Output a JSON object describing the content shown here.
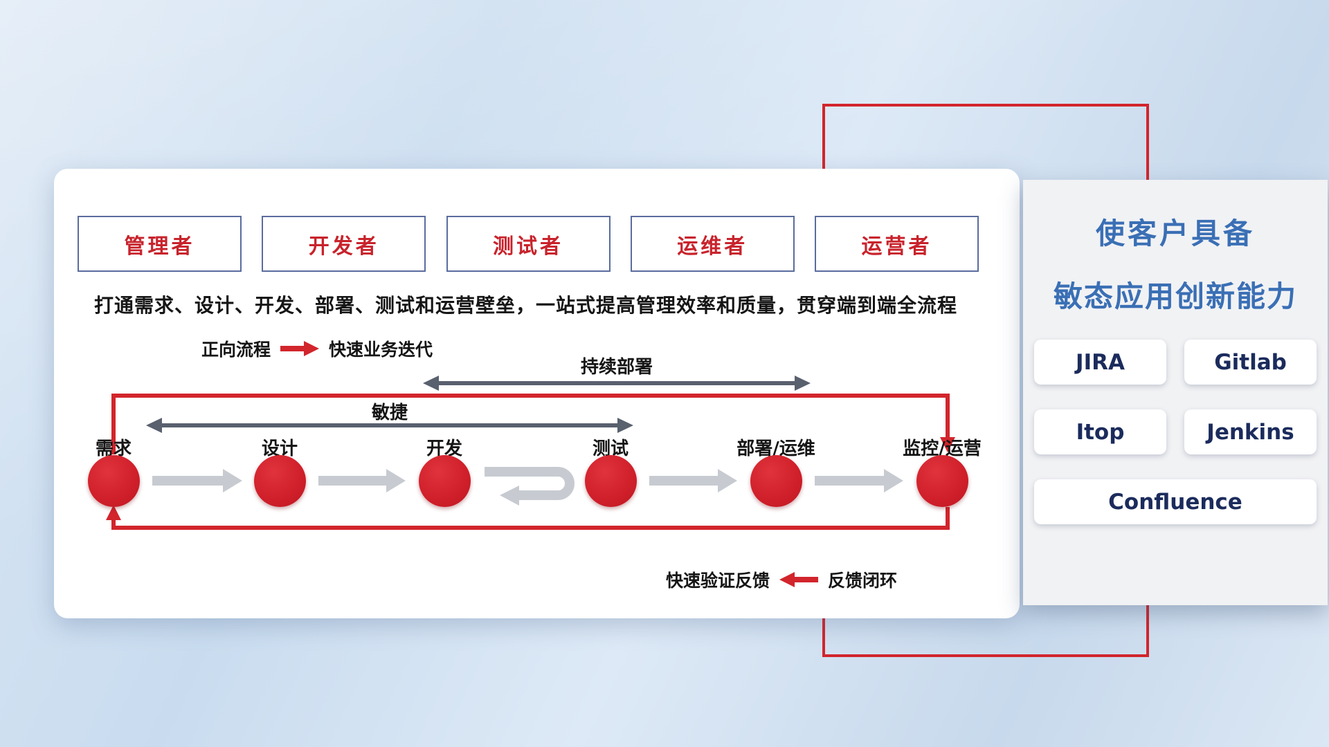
{
  "roles": {
    "items": [
      {
        "label": "管理者"
      },
      {
        "label": "开发者"
      },
      {
        "label": "测试者"
      },
      {
        "label": "运维者"
      },
      {
        "label": "运营者"
      }
    ]
  },
  "description": "打通需求、设计、开发、部署、测试和运营壁垒，一站式提高管理效率和质量，贯穿端到端全流程",
  "legends": {
    "forward": {
      "label": "正向流程",
      "value": "快速业务迭代"
    },
    "feedback": {
      "label": "快速验证反馈",
      "value": "反馈闭环"
    }
  },
  "flow": {
    "cd_label": "持续部署",
    "agile_label": "敏捷",
    "stages": [
      {
        "label": "需求"
      },
      {
        "label": "设计"
      },
      {
        "label": "开发"
      },
      {
        "label": "测试"
      },
      {
        "label": "部署/运维"
      },
      {
        "label": "监控/运营"
      }
    ]
  },
  "panel": {
    "title_line1": "使客户具备",
    "title_line2": "敏态应用创新能力",
    "tools": [
      {
        "label": "JIRA"
      },
      {
        "label": "Gitlab"
      },
      {
        "label": "Itop"
      },
      {
        "label": "Jenkins"
      },
      {
        "label": "Confluence"
      }
    ]
  },
  "colors": {
    "accent_red": "#d2252c",
    "title_blue": "#3a6fb5",
    "tool_navy": "#1b2b5c",
    "dark_arrow": "#59606e",
    "gray_arrow": "#c7cbd1"
  }
}
